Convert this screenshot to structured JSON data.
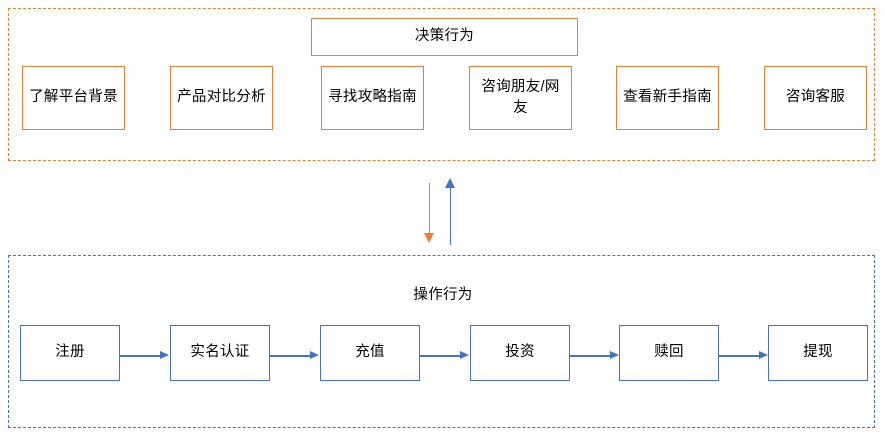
{
  "diagram": {
    "colors": {
      "decision_accent": "#ED7D31",
      "operation_accent": "#4472C4",
      "background": "#FFFFFF",
      "text": "#000000"
    },
    "decision_group": {
      "header_label": "决策行为",
      "nodes": [
        {
          "label": "了解平台背景"
        },
        {
          "label": "产品对比分析"
        },
        {
          "label": "寻找攻略指南"
        },
        {
          "label": "咨询朋友/网友"
        },
        {
          "label": "查看新手指南"
        },
        {
          "label": "咨询客服"
        }
      ]
    },
    "operation_group": {
      "title_label": "操作行为",
      "nodes": [
        {
          "label": "注册"
        },
        {
          "label": "实名认证"
        },
        {
          "label": "充值"
        },
        {
          "label": "投资"
        },
        {
          "label": "赎回"
        },
        {
          "label": "提现"
        }
      ]
    },
    "connectors": {
      "flow_arrows": [
        {
          "from": "注册",
          "to": "实名认证"
        },
        {
          "from": "实名认证",
          "to": "充值"
        },
        {
          "from": "充值",
          "to": "投资"
        },
        {
          "from": "投资",
          "to": "赎回"
        },
        {
          "from": "赎回",
          "to": "提现"
        }
      ],
      "vertical": [
        {
          "name": "decision-to-operation",
          "direction": "down",
          "color": "#ED7D31"
        },
        {
          "name": "operation-to-decision",
          "direction": "up",
          "color": "#4472C4"
        }
      ]
    }
  }
}
